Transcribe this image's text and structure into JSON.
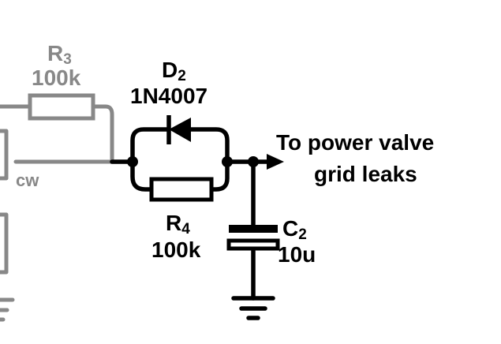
{
  "colors": {
    "background": "#ffffff",
    "active_wire": "#000000",
    "dimmed_wire": "#888888"
  },
  "components": {
    "r3": {
      "designator": "R",
      "sub": "3",
      "value": "100k"
    },
    "d2": {
      "designator": "D",
      "sub": "2",
      "value": "1N4007"
    },
    "r4": {
      "designator": "R",
      "sub": "4",
      "value": "100k"
    },
    "c2": {
      "designator": "C",
      "sub": "2",
      "value": "10u"
    },
    "pot_wiper": {
      "label": "cw"
    }
  },
  "output": {
    "line1": "To power valve",
    "line2": "grid leaks"
  }
}
